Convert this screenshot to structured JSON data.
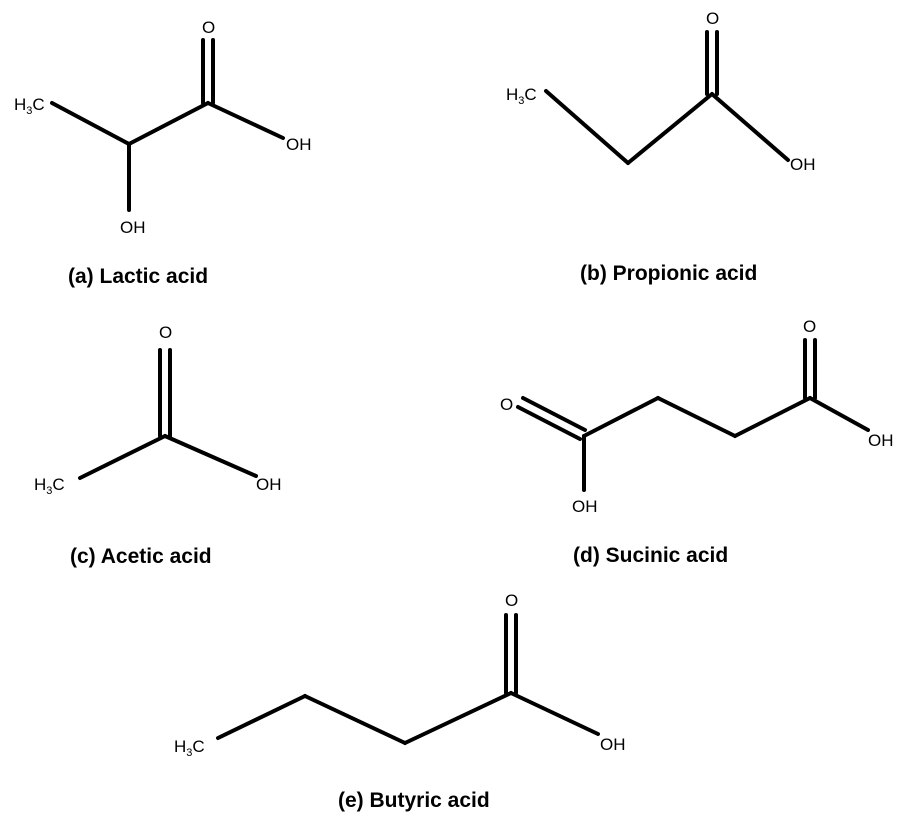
{
  "molecules": [
    {
      "id": "lactic",
      "caption": "(a) Lactic acid",
      "labels": {
        "ch3_main": "H",
        "ch3_sub": "3",
        "ch3_end": "C",
        "oh_acid": "OH",
        "oh_alpha": "OH",
        "o": "O"
      }
    },
    {
      "id": "propionic",
      "caption": "(b) Propionic acid",
      "labels": {
        "ch3_main": "H",
        "ch3_sub": "3",
        "ch3_end": "C",
        "oh_acid": "OH",
        "o": "O"
      }
    },
    {
      "id": "acetic",
      "caption": "(c) Acetic acid",
      "labels": {
        "ch3_main": "H",
        "ch3_sub": "3",
        "ch3_end": "C",
        "oh_acid": "OH",
        "o": "O"
      }
    },
    {
      "id": "succinic",
      "caption": "(d) Sucinic acid",
      "labels": {
        "o_left": "O",
        "oh_left": "OH",
        "o_right": "O",
        "oh_right": "OH"
      }
    },
    {
      "id": "butyric",
      "caption": "(e) Butyric acid",
      "labels": {
        "ch3_main": "H",
        "ch3_sub": "3",
        "ch3_end": "C",
        "oh_acid": "OH",
        "o": "O"
      }
    }
  ],
  "colors": {
    "ink": "#000000",
    "background": "#ffffff"
  }
}
